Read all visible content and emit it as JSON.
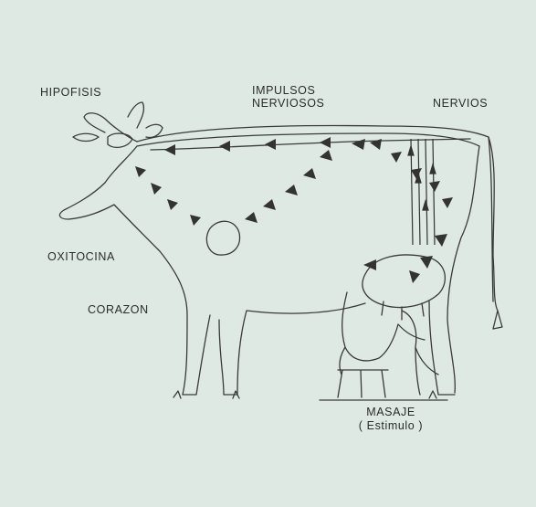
{
  "labels": {
    "hipofisis": "HIPOFISIS",
    "impulsos_line1": "IMPULSOS",
    "impulsos_line2": "NERVIOSOS",
    "nervios": "NERVIOS",
    "oxitocina": "OXITOCINA",
    "corazon": "CORAZON",
    "masaje": "MASAJE",
    "estimulo": "( Estimulo )"
  },
  "colors": {
    "background": "#dfe9e3",
    "ink": "#2b2b2b",
    "arrow": "#333333"
  }
}
